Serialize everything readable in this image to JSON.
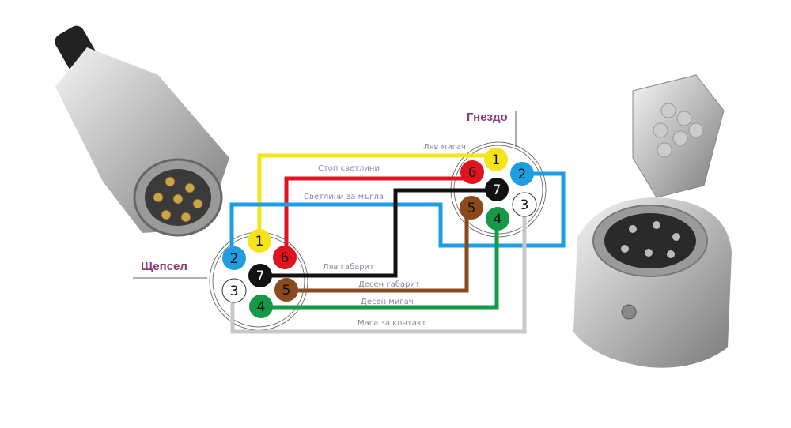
{
  "plug": {
    "title": "Щепсел"
  },
  "socket": {
    "title": "Гнездо"
  },
  "wires": [
    {
      "pin": "1",
      "label": "Ляв мигач",
      "color": "#f5e41a"
    },
    {
      "pin": "2",
      "label": "Светлини за мъгла",
      "color": "#1e9ee0"
    },
    {
      "pin": "3",
      "label": "Маса за контакт",
      "color": "#c8c8c8"
    },
    {
      "pin": "4",
      "label": "Десен мигач",
      "color": "#149a46"
    },
    {
      "pin": "5",
      "label": "Десен габарит",
      "color": "#8a4a1c"
    },
    {
      "pin": "6",
      "label": "Стоп светлини",
      "color": "#e01420"
    },
    {
      "pin": "7",
      "label": "Ляв габарит",
      "color": "#111111"
    }
  ]
}
